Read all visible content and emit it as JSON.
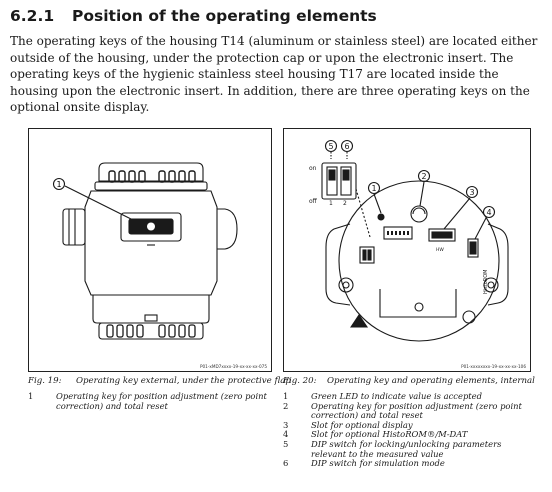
{
  "section": {
    "number": "6.2.1",
    "title": "Position of the operating elements"
  },
  "paragraph": "The operating keys of the housing T14 (aluminum or stainless steel) are located either outside of the housing, under the protection cap or upon the electronic insert. The operating keys of the hygienic stainless steel housing T17 are located inside the housing upon the electronic insert. In addition, there are three operating keys on the optional onsite display.",
  "figure1": {
    "ref_code": "P01-xMD7xxxx-19-xx-xx-xx-075",
    "callouts": [
      "1"
    ],
    "caption_num": "Fig. 19:",
    "caption_text": "Operating key external, under the protective flap",
    "legend": [
      {
        "n": "1",
        "text": "Operating key for position adjustment (zero point correction) and total reset"
      }
    ]
  },
  "figure2": {
    "ref_code": "P01-xxxxxxxx-19-xx-xx-xx-106",
    "callouts": [
      "1",
      "2",
      "3",
      "4",
      "5",
      "6"
    ],
    "switch_labels": {
      "on": "on",
      "off": "off",
      "pos1": "1",
      "pos2": "2"
    },
    "board_labels": {
      "hw": "HW",
      "histo": "HistoROM"
    },
    "caption_num": "Fig. 20:",
    "caption_text": "Operating key and operating elements, internal",
    "legend": [
      {
        "n": "1",
        "text": "Green LED to indicate value is accepted"
      },
      {
        "n": "2",
        "text": "Operating key for position adjustment (zero point correction) and total reset"
      },
      {
        "n": "3",
        "text": "Slot for optional display"
      },
      {
        "n": "4",
        "text": "Slot for optional HistoROM®/M-DAT"
      },
      {
        "n": "5",
        "text": "DIP switch for locking/unlocking parameters relevant to the measured value"
      },
      {
        "n": "6",
        "text": "DIP switch for simulation mode"
      }
    ]
  }
}
